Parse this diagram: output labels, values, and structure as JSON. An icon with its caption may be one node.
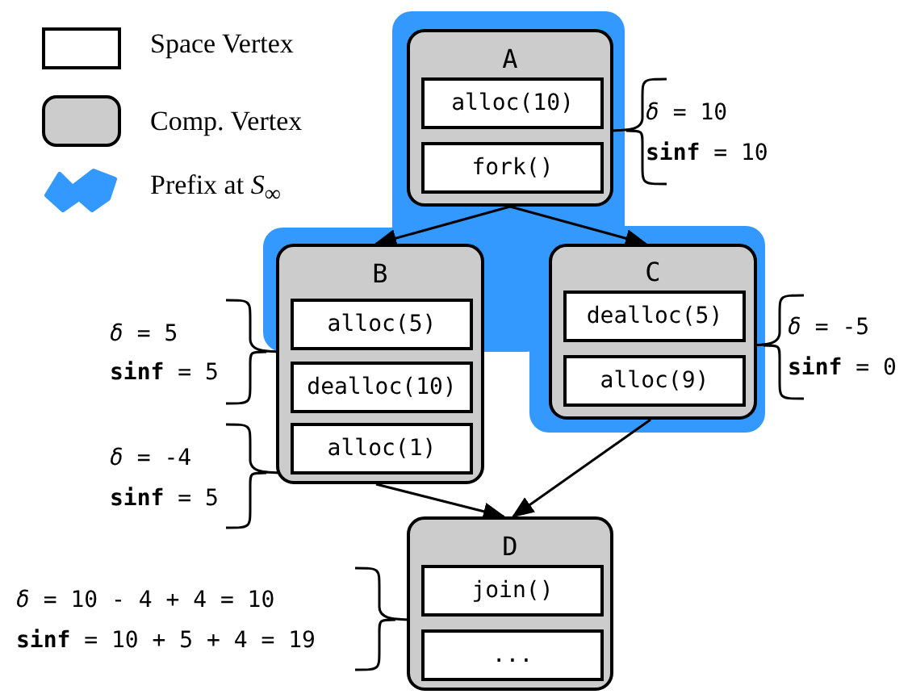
{
  "diagram": {
    "nodes": [
      {
        "text": [
          "A"
        ]
      },
      {
        "text": [
          "alloc(10)"
        ],
        "in": 0
      },
      {
        "text": [
          "fork()"
        ],
        "in": 0
      },
      {
        "text": [
          "B"
        ]
      },
      {
        "text": [
          "alloc(5)"
        ],
        "in": 3
      },
      {
        "text": [
          "dealloc(10)"
        ],
        "in": 3
      },
      {
        "text": [
          "alloc(1)"
        ],
        "in": 3
      },
      {
        "text": [
          "C"
        ]
      },
      {
        "text": [
          "dealloc(5)"
        ],
        "in": 7
      },
      {
        "text": [
          "alloc(9)"
        ],
        "in": 7
      },
      {
        "text": [
          "D"
        ]
      },
      {
        "text": [
          "join()"
        ],
        "in": 10
      },
      {
        "text": [
          "..."
        ],
        "in": 10
      }
    ],
    "edges": [
      {
        "from": 0,
        "to": 3,
        "arrow": "to"
      },
      {
        "from": 0,
        "to": 7,
        "arrow": "to"
      },
      {
        "from": 3,
        "to": 10,
        "arrow": "to"
      },
      {
        "from": 7,
        "to": 10,
        "arrow": "to"
      }
    ],
    "labels": [
      "*δ* = 10",
      "**sinf** = 10",
      "*δ* = 5",
      "**sinf** = 5",
      "*δ* = -5",
      "**sinf** = 0",
      "*δ* = -4",
      "**sinf** = 5",
      "*δ* = 10 - 4 + 4 = 10",
      "**sinf** = 10 + 5 + 4 = 19"
    ],
    "legend": [
      {
        "text": "Space Vertex"
      },
      {
        "text": "Comp. Vertex"
      },
      {
        "text": "Prefix at *S*$_{∞}$",
        "color": "#3399ff"
      }
    ]
  }
}
